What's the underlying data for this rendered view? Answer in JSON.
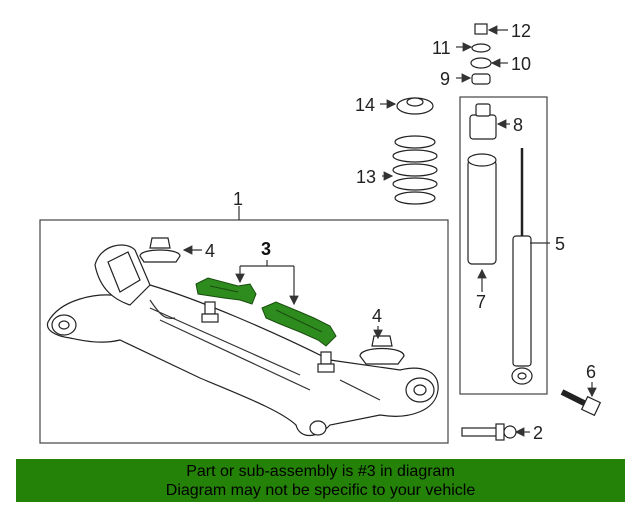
{
  "callouts": {
    "c1": "1",
    "c2": "2",
    "c3": "3",
    "c4a": "4",
    "c4b": "4",
    "c5": "5",
    "c6": "6",
    "c7": "7",
    "c8": "8",
    "c9": "9",
    "c10": "10",
    "c11": "11",
    "c12": "12",
    "c13": "13",
    "c14": "14"
  },
  "banner": {
    "line1": "Part or sub-assembly is #3 in diagram",
    "line2": "Diagram may not be specific to your vehicle"
  },
  "colors": {
    "highlight": "#2e8b1e",
    "banner": "#248208"
  }
}
